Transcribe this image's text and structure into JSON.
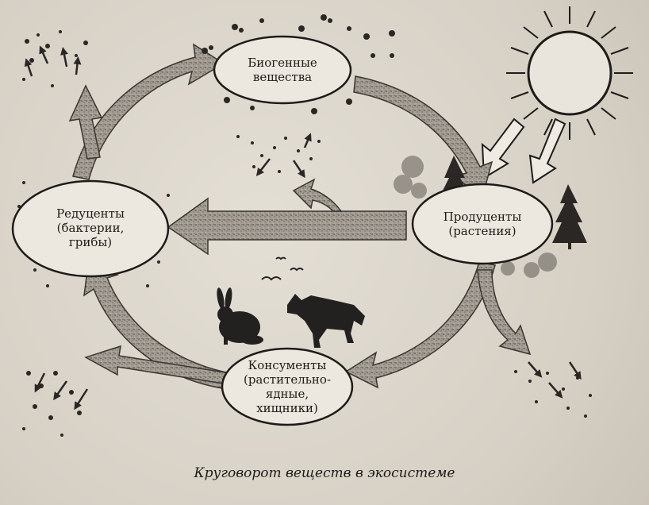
{
  "nodes": {
    "biogenic": {
      "line1": "Биогенные",
      "line2": "вещества"
    },
    "producers": {
      "line1": "Продуценты",
      "line2": "(растения)"
    },
    "decomposers": {
      "line1": "Редуценты",
      "line2": "(бактерии,",
      "line3": "грибы)"
    },
    "consumers": {
      "line1": "Консументы",
      "line2": "(растительно-",
      "line3": "ядные,",
      "line4": "хищники)"
    }
  },
  "caption": "Круговорот веществ в экосистеме",
  "colors": {
    "ink": "#1e1c1a",
    "arrow_fill": "#9a948a",
    "paper": "#dcd7cd"
  },
  "icons": [
    "sun-icon",
    "tree-icon",
    "rabbit-icon",
    "wolf-icon",
    "bird-icon",
    "particle-cluster-icon"
  ]
}
